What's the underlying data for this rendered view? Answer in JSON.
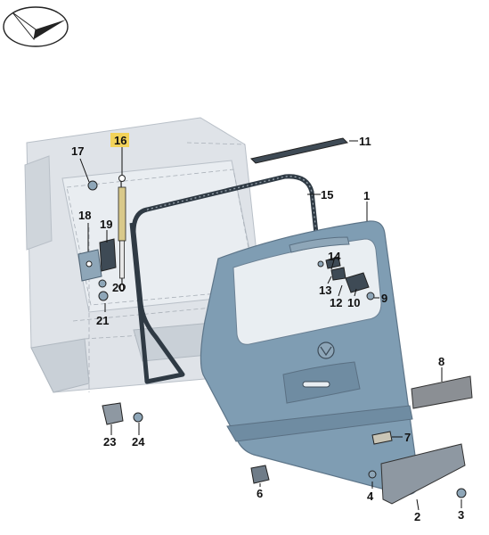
{
  "diagram": {
    "logo_icon": "vw-check-logo-icon",
    "callouts": [
      {
        "id": "1",
        "label": "1"
      },
      {
        "id": "2",
        "label": "2"
      },
      {
        "id": "3",
        "label": "3"
      },
      {
        "id": "4",
        "label": "4"
      },
      {
        "id": "6",
        "label": "6"
      },
      {
        "id": "7",
        "label": "7"
      },
      {
        "id": "8",
        "label": "8"
      },
      {
        "id": "9",
        "label": "9"
      },
      {
        "id": "10",
        "label": "10"
      },
      {
        "id": "11",
        "label": "11"
      },
      {
        "id": "12",
        "label": "12"
      },
      {
        "id": "13",
        "label": "13"
      },
      {
        "id": "14",
        "label": "14"
      },
      {
        "id": "15",
        "label": "15"
      },
      {
        "id": "16",
        "label": "16",
        "highlight": "#f2d35a"
      },
      {
        "id": "17",
        "label": "17"
      },
      {
        "id": "18",
        "label": "18"
      },
      {
        "id": "19",
        "label": "19"
      },
      {
        "id": "20",
        "label": "20"
      },
      {
        "id": "21",
        "label": "21"
      },
      {
        "id": "23",
        "label": "23"
      },
      {
        "id": "24",
        "label": "24"
      }
    ],
    "colors": {
      "tailgate": "#7f9db3",
      "vehicle_body": "#dfe3e8",
      "highlight": "#f2d35a"
    }
  }
}
